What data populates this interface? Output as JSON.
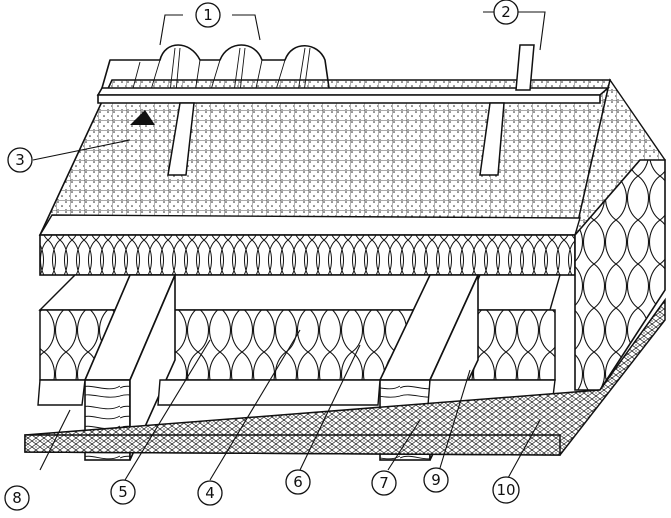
{
  "figure": {
    "callouts": [
      {
        "id": "c1",
        "label": "1"
      },
      {
        "id": "c2",
        "label": "2"
      },
      {
        "id": "c3",
        "label": "3"
      },
      {
        "id": "c4",
        "label": "4"
      },
      {
        "id": "c5",
        "label": "5"
      },
      {
        "id": "c6",
        "label": "6"
      },
      {
        "id": "c7",
        "label": "7"
      },
      {
        "id": "c8",
        "label": "8"
      },
      {
        "id": "c9",
        "label": "9"
      },
      {
        "id": "c10",
        "label": "10"
      }
    ]
  }
}
